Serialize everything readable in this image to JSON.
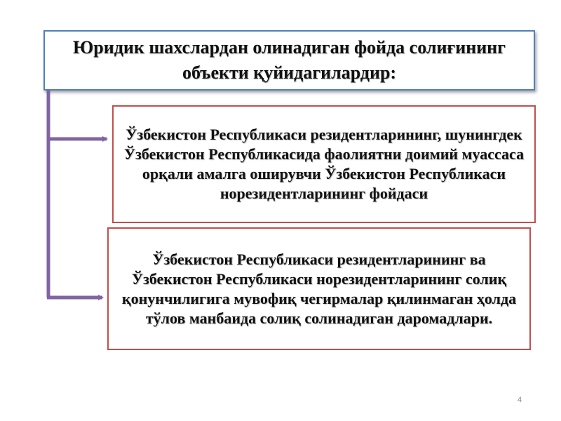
{
  "title": "Юридик шахслардан олинадиган фойда солиғининг объекти қуйидагилардир:",
  "items": [
    {
      "text": "Ўзбекистон Республикаси резидентларининг, шунингдек Ўзбекистон Республикасида фаолиятни доимий муассаса орқали амалга оширувчи Ўзбекистон Республикаси норезидентларининг фойдаси"
    },
    {
      "text": "Ўзбекистон Республикаси резидентларининг ва Ўзбекистон Республикаси норезидентларининг солиқ қонунчилигига мувофиқ чегирмалар қилинмаган ҳолда тўлов манбаида солиқ солинадиган даромадлари."
    }
  ],
  "page_number": "4",
  "colors": {
    "title_border": "#4f81bd",
    "item_border": "#c0504d",
    "connector": "#8064a2"
  }
}
